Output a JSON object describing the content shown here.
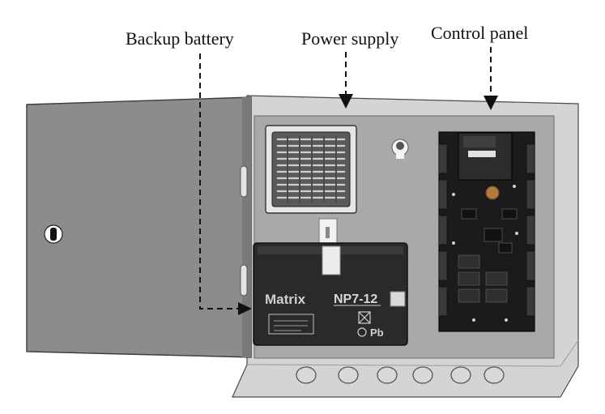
{
  "callouts": {
    "backup_battery": "Backup battery",
    "power_supply": "Power supply",
    "control_panel": "Control panel"
  },
  "battery": {
    "brand": "Matrix",
    "model": "NP7-12",
    "marking": "Pb"
  },
  "colors": {
    "door": "#8c8c8c",
    "box_interior": "#adadad",
    "box_frame": "#d2d2d2",
    "battery": "#2a2a2a",
    "board": "#1a1a1a",
    "arrow": "#111111"
  }
}
